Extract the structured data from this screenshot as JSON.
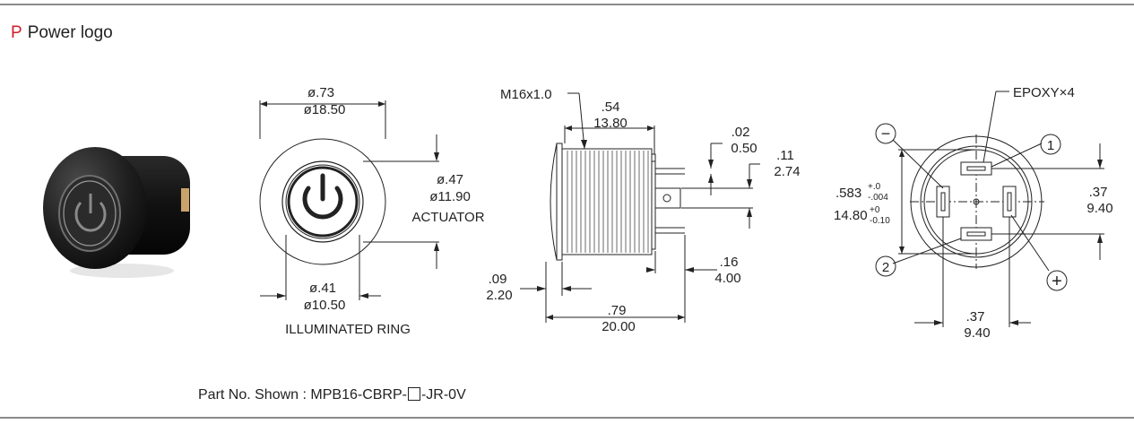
{
  "header": {
    "letter": "P",
    "title": "Power logo",
    "letter_color": "#d0202a"
  },
  "front_view": {
    "outer_dia_in": "ø.73",
    "outer_dia_mm": "ø18.50",
    "actuator_dia_in": "ø.47",
    "actuator_dia_mm": "ø11.90",
    "actuator_label": "ACTUATOR",
    "ring_dia_in": "ø.41",
    "ring_dia_mm": "ø10.50",
    "ring_label": "ILLUMINATED RING"
  },
  "side_view": {
    "thread": "M16x1.0",
    "bezel_in": ".54",
    "bezel_mm": "13.80",
    "term1_in": ".02",
    "term1_mm": "0.50",
    "term2_in": ".11",
    "term2_mm": "2.74",
    "term_len_in": ".16",
    "term_len_mm": "4.00",
    "head_in": ".09",
    "head_mm": "2.20",
    "total_in": ".79",
    "total_mm": "20.00"
  },
  "rear_view": {
    "epoxy": "EPOXY×4",
    "minus": "−",
    "plus": "+",
    "pin1": "1",
    "pin2": "2",
    "dia_in": ".583",
    "dia_in_tol_up": "+.0",
    "dia_in_tol_dn": "-.004",
    "dia_mm": "14.80",
    "dia_mm_tol_up": "+0",
    "dia_mm_tol_dn": "-0.10",
    "vspace_in": ".37",
    "vspace_mm": "9.40",
    "hspace_in": ".37",
    "hspace_mm": "9.40"
  },
  "part_no": {
    "prefix": "Part No. Shown : MPB16-CBRP-",
    "suffix": "-JR-0V"
  }
}
